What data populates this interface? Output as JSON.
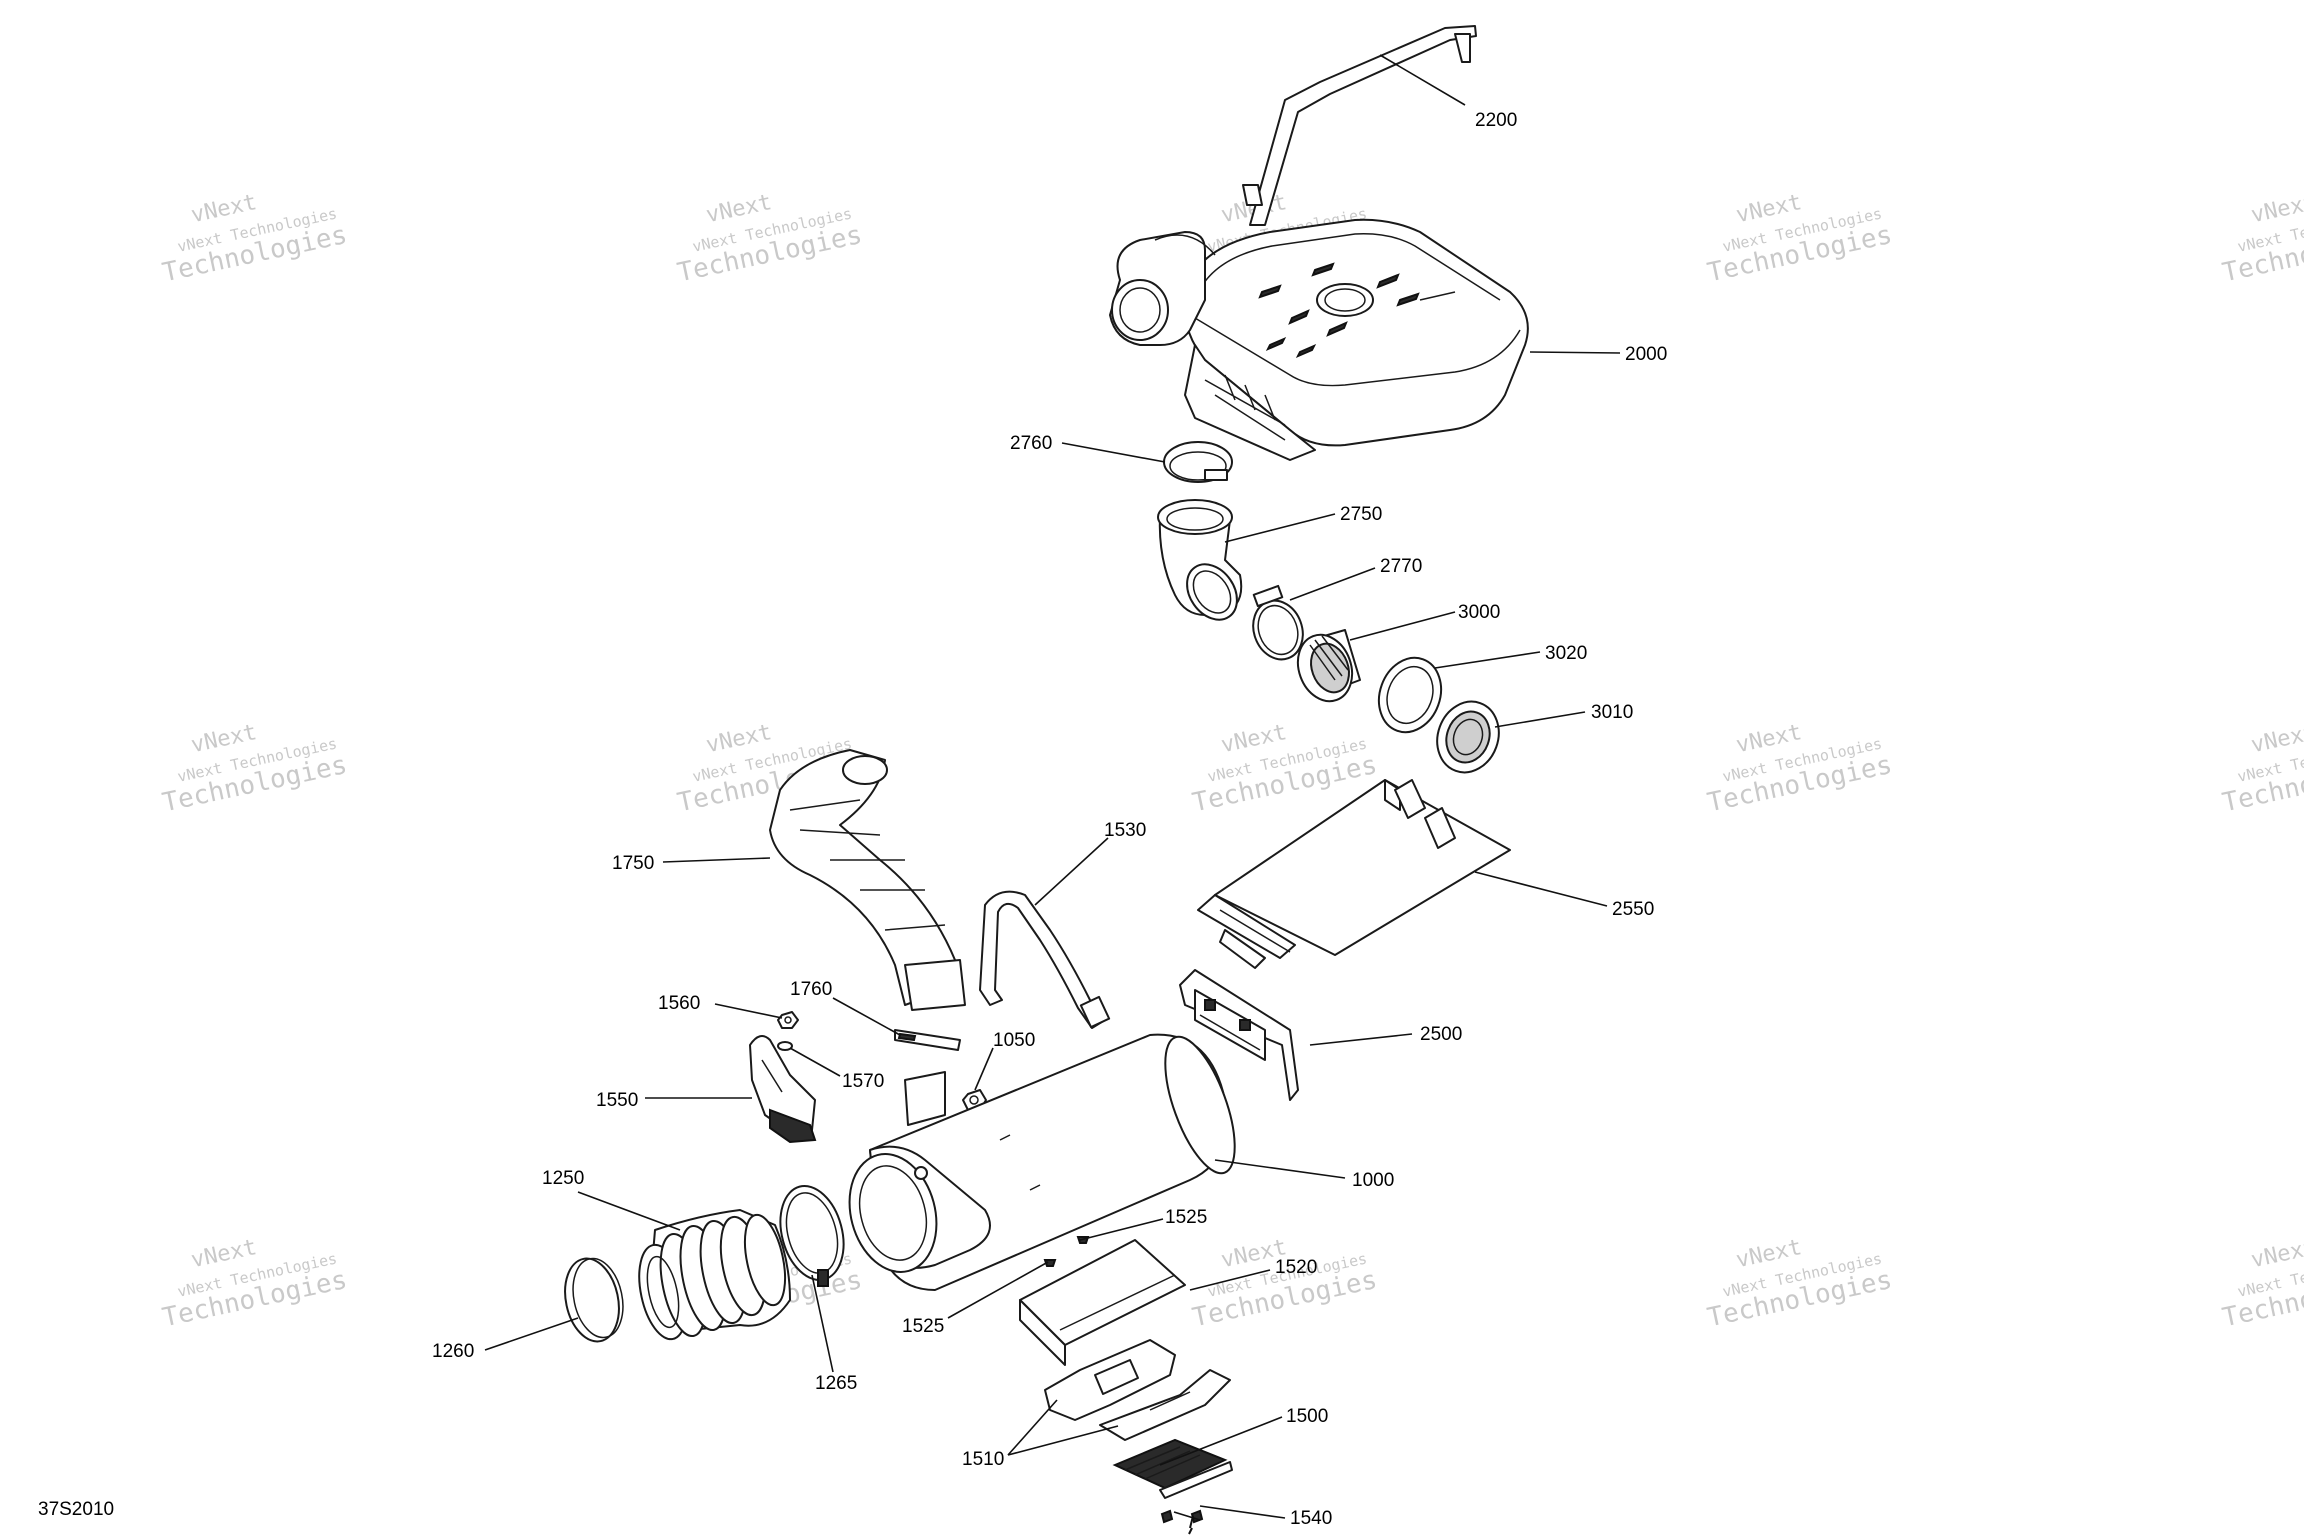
{
  "figure_code": "37S2010",
  "watermark": {
    "line1": "vNext",
    "line2": "vNext Technologies",
    "line3": "Technologies"
  },
  "callouts": {
    "c2200": "2200",
    "c2000": "2000",
    "c2760": "2760",
    "c2750": "2750",
    "c2770": "2770",
    "c3000": "3000",
    "c3020": "3020",
    "c3010": "3010",
    "c1750": "1750",
    "c1530": "1530",
    "c2550": "2550",
    "c1560": "1560",
    "c1760": "1760",
    "c1570": "1570",
    "c1050": "1050",
    "c2500": "2500",
    "c1550": "1550",
    "c1250": "1250",
    "c1000": "1000",
    "c1525a": "1525",
    "c1520": "1520",
    "c1525b": "1525",
    "c1260": "1260",
    "c1265": "1265",
    "c1500": "1500",
    "c1510": "1510",
    "c1540": "1540"
  }
}
